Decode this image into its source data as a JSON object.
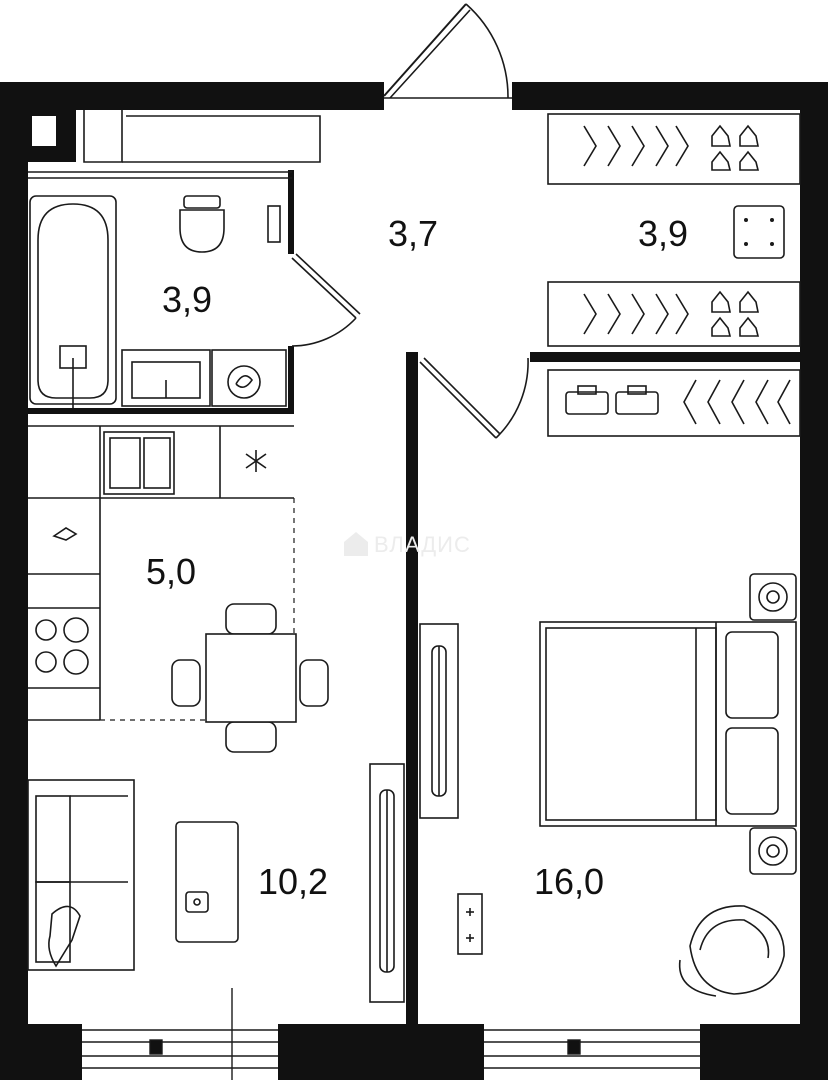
{
  "rooms": {
    "entry_hall": {
      "area": "3,7"
    },
    "wardrobe": {
      "area": "3,9"
    },
    "bathroom": {
      "area": "3,9"
    },
    "kitchen": {
      "area": "5,0"
    },
    "living_room": {
      "area": "10,2"
    },
    "bedroom": {
      "area": "16,0"
    }
  },
  "watermark": {
    "text": "ВЛАДИС"
  },
  "colors": {
    "wall": "#111111",
    "line": "#1a1a1a",
    "background": "#ffffff",
    "watermark": "#ececec"
  }
}
